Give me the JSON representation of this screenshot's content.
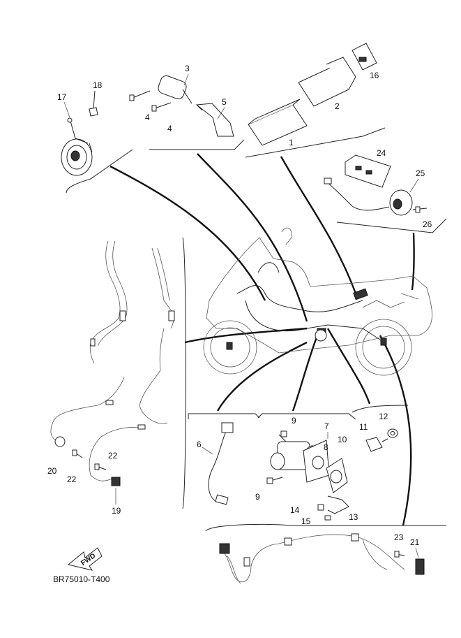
{
  "diagram": {
    "drawing_code": "BR75010-T400",
    "direction_label": "FWD",
    "callouts": {
      "c1": "1",
      "c2": "2",
      "c3": "3",
      "c4a": "4",
      "c4b": "4",
      "c5": "5",
      "c6": "6",
      "c7": "7",
      "c8": "8",
      "c9a": "9",
      "c9b": "9",
      "c10": "10",
      "c11": "11",
      "c12": "12",
      "c13": "13",
      "c14": "14",
      "c15": "15",
      "c16": "16",
      "c17": "17",
      "c18": "18",
      "c19": "19",
      "c20": "20",
      "c21": "21",
      "c22a": "22",
      "c22b": "22",
      "c23": "23",
      "c24": "24",
      "c25": "25",
      "c26": "26"
    }
  }
}
